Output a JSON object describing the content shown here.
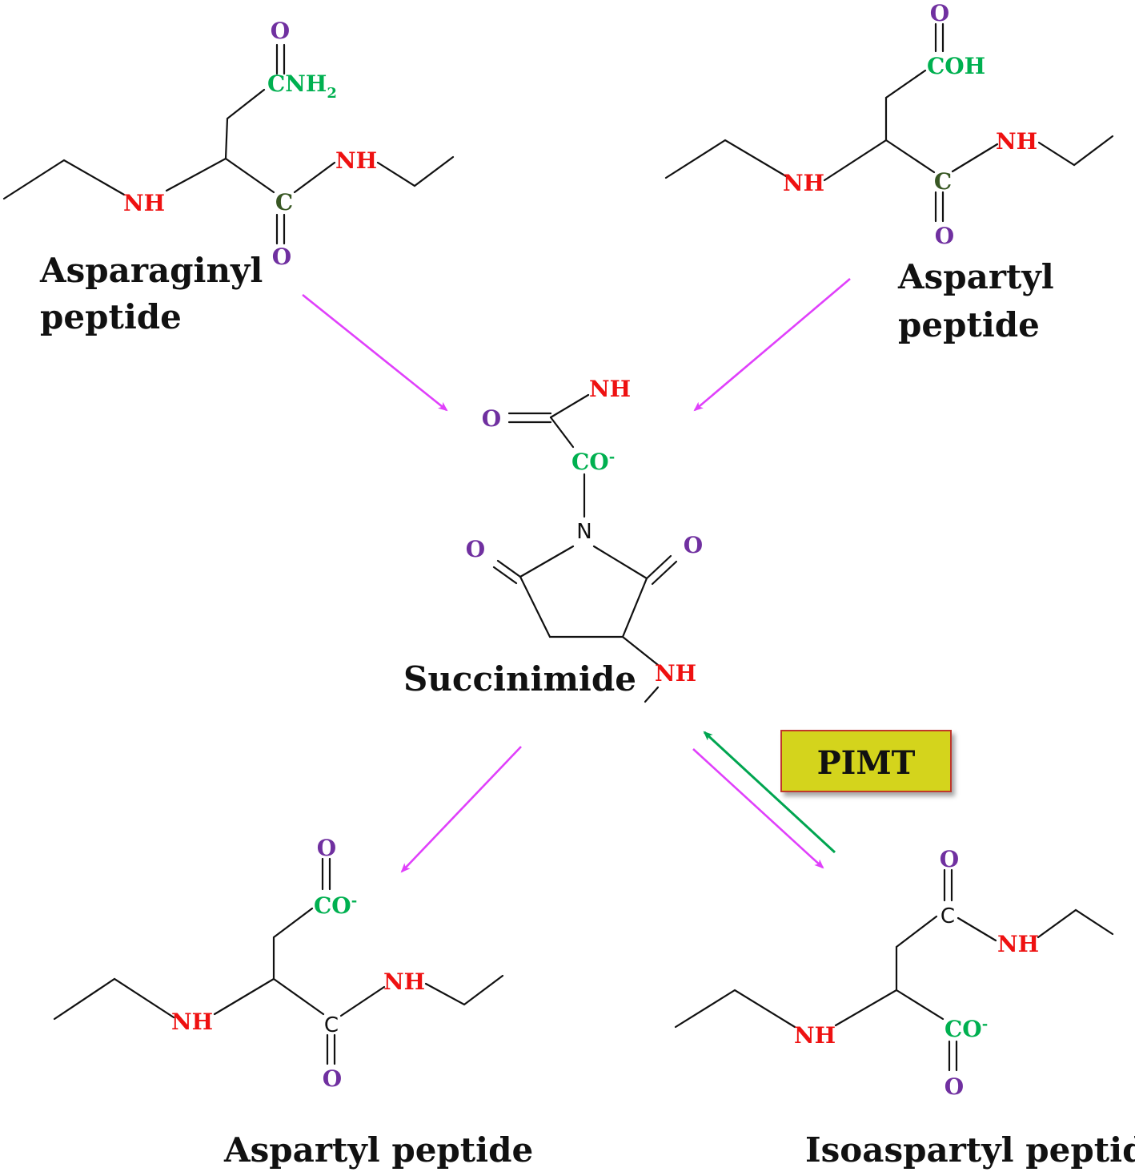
{
  "compounds": {
    "asparaginyl": {
      "name_line1": "Asparaginyl",
      "name_line2": "peptide"
    },
    "aspartyl_top": {
      "name_line1": "Aspartyl",
      "name_line2": "peptide"
    },
    "succinimide": {
      "name": "Succinimide"
    },
    "aspartyl_bottom": {
      "name": "Aspartyl peptide"
    },
    "isoaspartyl": {
      "name": "Isoaspartyl peptide"
    }
  },
  "atoms": {
    "o": "O",
    "nh": "NH",
    "c": "C",
    "n": "N",
    "c_amide": "CNH",
    "amide_sub": "2",
    "coh": "COH",
    "co": "CO",
    "minus": "-"
  },
  "enzyme": {
    "label": "PIMT"
  },
  "colors": {
    "oxygen": "#7030a0",
    "nh": "#ee1111",
    "carbonyl_carbon": "#385723",
    "carboxyl": "#00b050",
    "forward_arrow": "#e040fb",
    "pimt_arrow": "#00a550",
    "pimt_box": "#d4d41a",
    "pimt_border": "#c0392b"
  }
}
